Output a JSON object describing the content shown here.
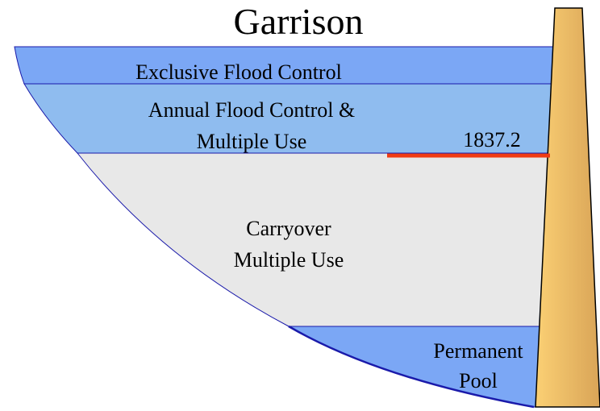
{
  "title": "Garrison",
  "zones": {
    "exclusive_flood_control": {
      "label": "Exclusive Flood Control",
      "color": "#7ba7f5"
    },
    "annual_flood_control": {
      "label_line1": "Annual Flood Control &",
      "label_line2": "Multiple Use",
      "color": "#8fbcef"
    },
    "carryover": {
      "label_line1": "Carryover",
      "label_line2": "Multiple Use",
      "color": "#e8e8e8"
    },
    "permanent_pool": {
      "label_line1": "Permanent",
      "label_line2": "Pool",
      "color": "#7ba7f5"
    }
  },
  "elevation_marker": {
    "value": "1837.2",
    "color": "#f03c14"
  },
  "dam": {
    "color_light": "#fbd074",
    "color_dark": "#d9a457"
  },
  "outline_color": "#1a1aaa"
}
